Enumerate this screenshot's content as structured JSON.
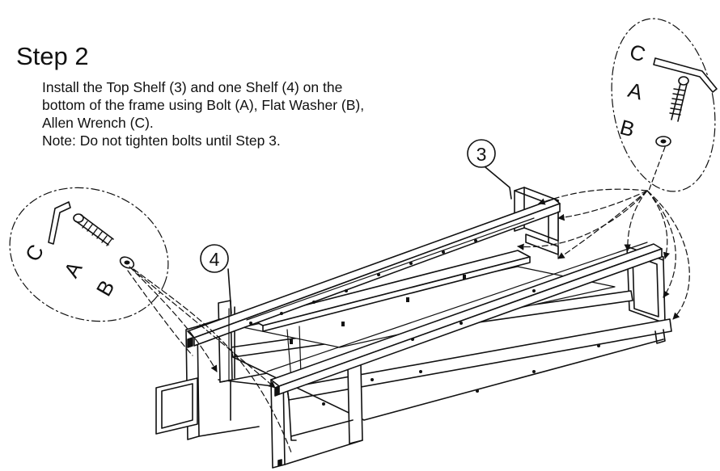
{
  "step": {
    "title": "Step 2",
    "lines": [
      "Install the Top Shelf (3) and one Shelf (4) on the",
      "bottom of the frame using Bolt (A), Flat Washer (B),",
      "Allen Wrench (C).",
      "Note: Do not tighten bolts until Step 3."
    ]
  },
  "callouts": {
    "top_shelf": "3",
    "shelf": "4"
  },
  "hardware_right": {
    "c": "C",
    "a": "A",
    "b": "B"
  },
  "hardware_left": {
    "c": "C",
    "a": "A",
    "b": "B"
  }
}
